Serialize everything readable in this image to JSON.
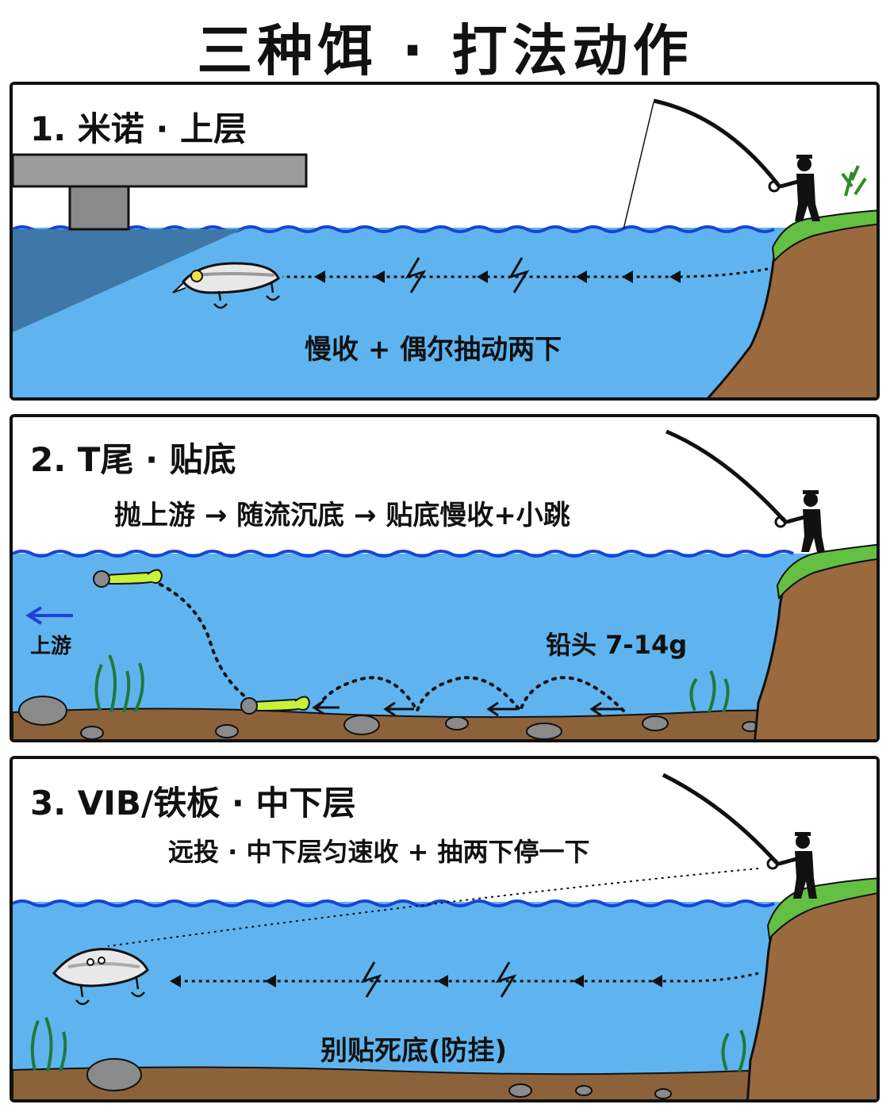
{
  "title": "三种饵 · 打法动作",
  "panels": [
    {
      "title": "1. 米诺 · 上层",
      "caption": "慢收 + 偶尔抽动两下"
    },
    {
      "title": "2. T尾 · 贴底",
      "caption": "抛上游 → 随流沉底 → 贴底慢收+小跳",
      "upstream_label": "上游",
      "jighead_label": "铅头 7-14g"
    },
    {
      "title": "3. VIB/铁板 · 中下层",
      "caption": "远投 · 中下层匀速收 + 抽两下停一下",
      "bottom_note": "别贴死底(防挂)"
    }
  ],
  "colors": {
    "water": "#5fb4ef",
    "water_dark": "#3d78a8",
    "waterline": "#1844d6",
    "bank": "#9a6a3e",
    "grass": "#63c043",
    "seabed": "#8b6239",
    "lure_green": "#c6f23a",
    "upstream_arrow": "#1f3fe0"
  },
  "icons": [
    "angler-icon",
    "minnow-lure-icon",
    "t-tail-grub-icon",
    "vib-lure-icon",
    "twitch-zigzag-icon",
    "seaweed-icon",
    "rock-icon"
  ]
}
